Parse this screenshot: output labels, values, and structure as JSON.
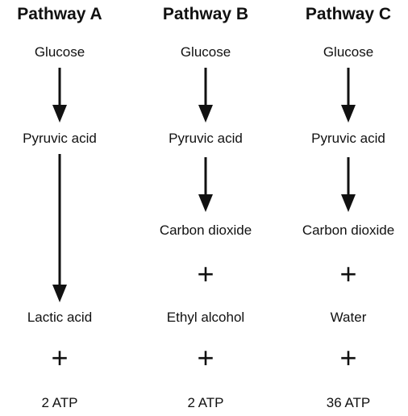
{
  "pathways": [
    {
      "title": "Pathway A",
      "start": "Glucose",
      "intermediate": "Pyruvic acid",
      "product": "Lactic acid",
      "energy": "2 ATP"
    },
    {
      "title": "Pathway B",
      "start": "Glucose",
      "intermediate": "Pyruvic acid",
      "product_1": "Carbon dioxide",
      "product_2": "Ethyl alcohol",
      "energy": "2 ATP"
    },
    {
      "title": "Pathway C",
      "start": "Glucose",
      "intermediate": "Pyruvic acid",
      "product_1": "Carbon dioxide",
      "product_2": "Water",
      "energy": "36 ATP"
    }
  ],
  "plus_sign": "+",
  "colors": {
    "text": "#111111",
    "arrow": "#111111",
    "background": "#ffffff"
  },
  "icons": {
    "arrow": "arrow-down-icon",
    "plus": "plus-icon"
  }
}
